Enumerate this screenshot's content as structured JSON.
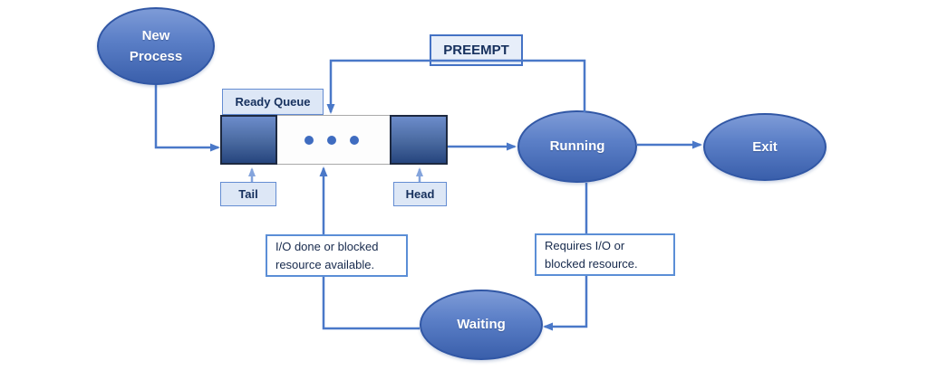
{
  "diagram": {
    "type": "process-state-diagram",
    "nodes": {
      "new_process": {
        "line1": "New",
        "line2": "Process"
      },
      "running": {
        "label": "Running"
      },
      "exit": {
        "label": "Exit"
      },
      "waiting": {
        "label": "Waiting"
      }
    },
    "queue": {
      "title": "Ready Queue",
      "tail_label": "Tail",
      "head_label": "Head"
    },
    "preempt_label": "PREEMPT",
    "notes": {
      "io_done": {
        "line1": "I/O done or blocked",
        "line2": "resource available."
      },
      "requires_io": {
        "line1": "Requires I/O or",
        "line2": "blocked resource."
      }
    },
    "colors": {
      "connector": "#4a78c8",
      "connector_light": "#84a4dc",
      "node_fill_top": "#7e9bd7",
      "node_fill_bottom": "#3a5fab",
      "node_border": "#3157a5",
      "label_box_fill": "#dde7f6",
      "label_box_border": "#4472c4",
      "note_box_border": "#5b8ed6",
      "queue_block_border": "#1d2940",
      "text_dark": "#16305d",
      "text_light": "#ffffff"
    }
  }
}
